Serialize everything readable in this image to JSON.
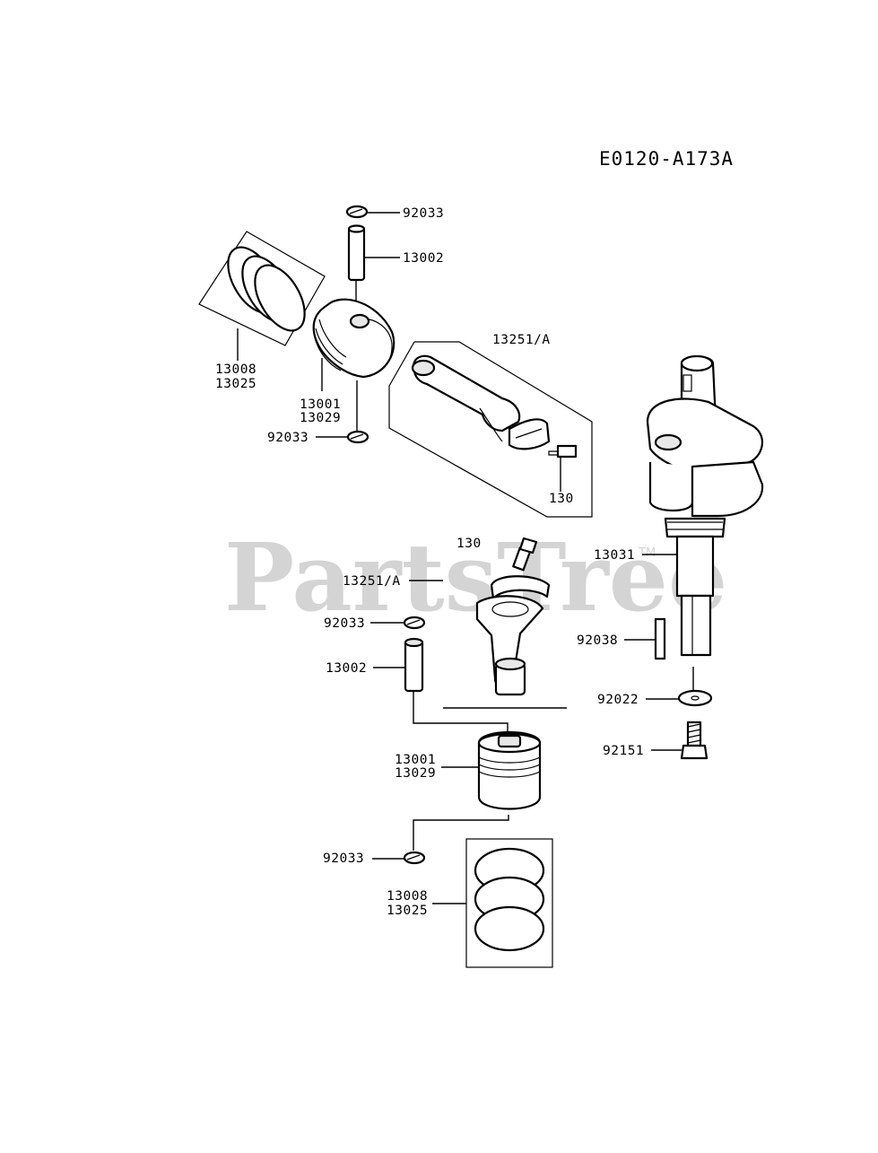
{
  "diagram": {
    "code": "E0120-A173A",
    "watermark": "PartsTree",
    "watermark_tm": "TM",
    "labels": {
      "top_circlip": "92033",
      "top_pin": "13002",
      "top_rings_a": "13008",
      "top_rings_b": "13025",
      "top_piston_a": "13001",
      "top_piston_b": "13029",
      "top_lower_circlip": "92033",
      "top_rod": "13251/A",
      "top_bolt": "130",
      "crankshaft": "13031",
      "mid_bolt": "130",
      "mid_rod": "13251/A",
      "mid_circlip": "92033",
      "mid_pin": "13002",
      "key": "92038",
      "washer": "92022",
      "crank_bolt": "92151",
      "low_piston_a": "13001",
      "low_piston_b": "13029",
      "low_circlip": "92033",
      "low_rings_a": "13008",
      "low_rings_b": "13025"
    }
  }
}
